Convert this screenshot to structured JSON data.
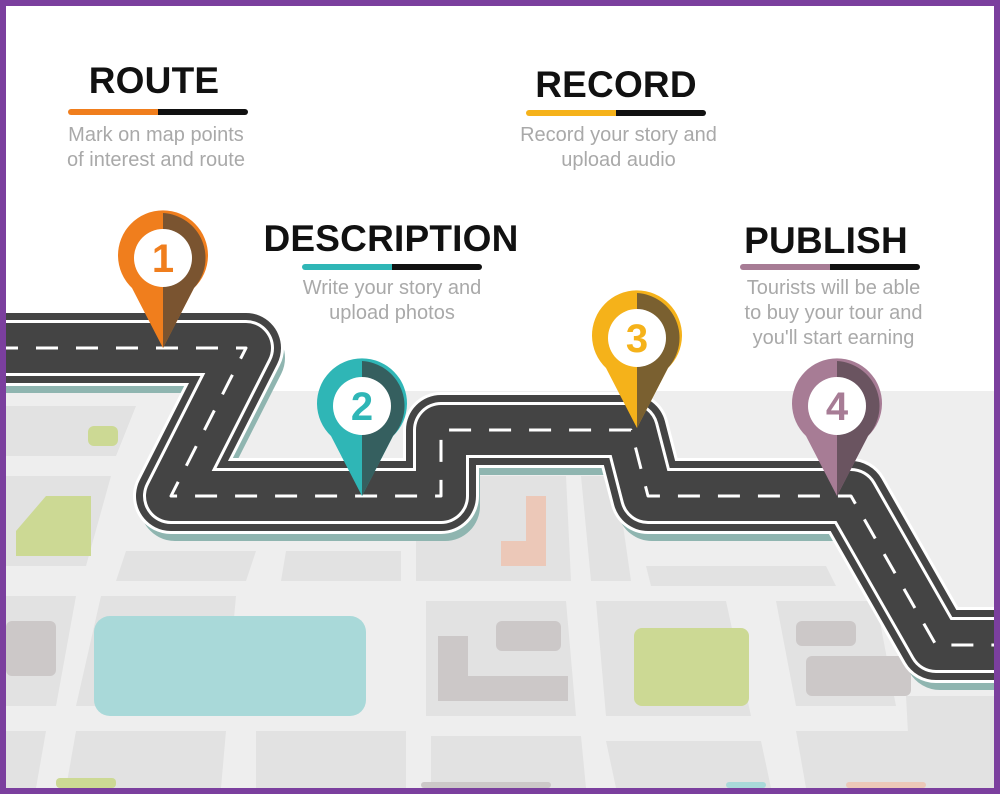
{
  "steps": [
    {
      "number": "1",
      "title": "ROUTE",
      "desc": [
        "Mark on map points",
        "of interest and route"
      ],
      "color": "#f07e1d",
      "shade": "#7a5430"
    },
    {
      "number": "2",
      "title": "DESCRIPTION",
      "desc": [
        "Write your story and",
        "upload photos"
      ],
      "color": "#2fb6b6",
      "shade": "#355f5f"
    },
    {
      "number": "3",
      "title": "RECORD",
      "desc": [
        "Record your story and",
        "upload audio"
      ],
      "color": "#f5b21a",
      "shade": "#7a6030"
    },
    {
      "number": "4",
      "title": "PUBLISH",
      "desc": [
        "Tourists will be able",
        "to buy your tour and",
        "you'll start earning"
      ],
      "color": "#a77c95",
      "shade": "#6a5460"
    }
  ],
  "colors": {
    "frame": "#7b3f9e",
    "road": "#444444",
    "road_edge": "#ffffff",
    "road_shadow": "#8fb5b0",
    "map_bg": "#eeeeee",
    "block": "#e2e2e2",
    "lake": "#a9d9d9",
    "park": "#ccd994",
    "building": "#ccc8c8",
    "plaza": "#ecc8b8",
    "title_text": "#111111",
    "desc_text": "#a9a9a9"
  },
  "icons": [
    "location-pin-icon",
    "road-icon"
  ]
}
